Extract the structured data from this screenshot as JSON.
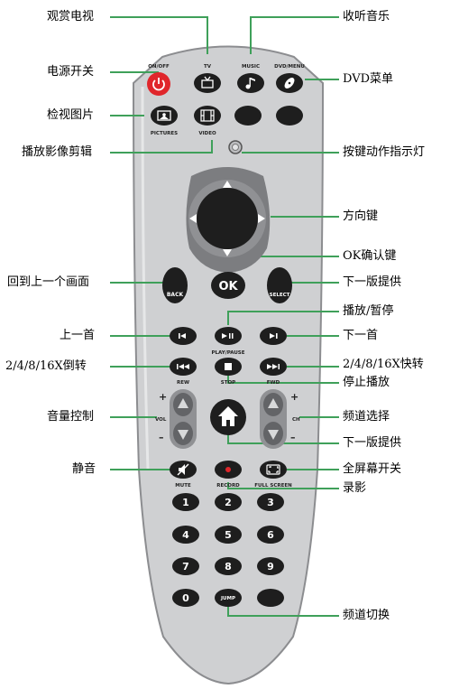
{
  "colors": {
    "body": "#cfd0d2",
    "body_stroke": "#8c8d90",
    "button": "#1e1e1e",
    "power": "#e0262b",
    "leader": "#3fa05a",
    "record_dot": "#e0262b"
  },
  "callouts": {
    "watch_tv": "观赏电视",
    "music": "收听音乐",
    "power": "电源开关",
    "dvd_menu": "DVD菜单",
    "pictures": "检视图片",
    "video": "播放影像剪辑",
    "indicator": "按键动作指示灯",
    "dpad": "方向键",
    "ok": "OK确认键",
    "back": "回到上一个画面",
    "select": "下一版提供",
    "play_pause": "播放/暂停",
    "prev": "上一首",
    "next": "下一首",
    "rew": "2/4/8/16X倒转",
    "ff": "2/4/8/16X快转",
    "stop": "停止播放",
    "volume": "音量控制",
    "channel": "频道选择",
    "home": "下一版提供",
    "mute": "静音",
    "fullscreen": "全屏幕开关",
    "record": "录影",
    "jump": "频道切换"
  },
  "button_labels": {
    "onoff": "ON/OFF",
    "tv": "TV",
    "music": "MUSIC",
    "dvdmenu": "DVD/MENU",
    "pictures": "PICTURES",
    "video": "VIDEO",
    "ok": "OK",
    "back": "BACK",
    "select": "SELECT",
    "playpause": "PLAY/PAUSE",
    "rew": "REW",
    "stop": "STOP",
    "fwd": "FWD",
    "vol": "VOL",
    "ch": "CH",
    "plus": "+",
    "minus": "–",
    "mute": "MUTE",
    "record": "RECORD",
    "fullscreen": "FULL SCREEN",
    "jump": "JUMP"
  },
  "keypad": [
    "1",
    "2",
    "3",
    "4",
    "5",
    "6",
    "7",
    "8",
    "9",
    "0"
  ],
  "icons": [
    "power-icon",
    "tv-icon",
    "music-note-icon",
    "disc-icon",
    "picture-icon",
    "film-icon",
    "arrow-up-icon",
    "arrow-down-icon",
    "arrow-left-icon",
    "arrow-right-icon",
    "skip-previous-icon",
    "play-pause-icon",
    "skip-next-icon",
    "rewind-icon",
    "stop-icon",
    "fast-forward-icon",
    "home-icon",
    "mute-icon",
    "record-dot-icon",
    "fullscreen-icon"
  ]
}
